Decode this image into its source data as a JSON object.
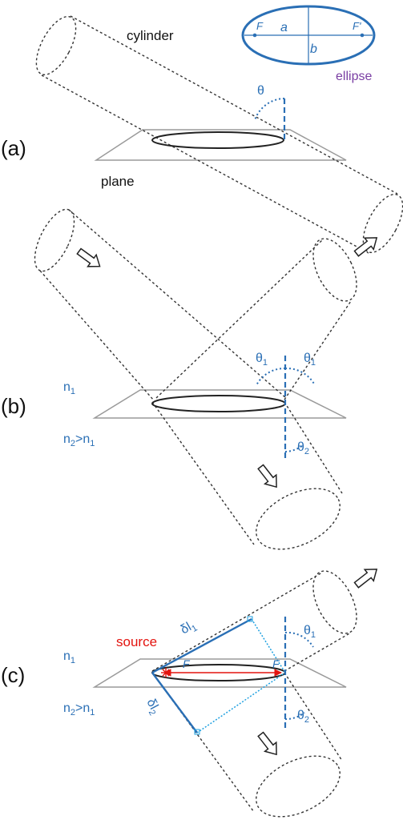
{
  "colors": {
    "blue": "#2a6fb5",
    "purple": "#7a3ea3",
    "red": "#e3140f",
    "dash": "#333333",
    "plane": "#9a9a9a"
  },
  "panel_a": {
    "panel_label": "(a)",
    "cylinder_label": "cylinder",
    "plane_label": "plane",
    "theta": "θ",
    "inset": {
      "f_left": "F",
      "a": "a",
      "f_right": "F'",
      "b": "b",
      "ellipse_label": "ellipse"
    }
  },
  "panel_b": {
    "panel_label": "(b)",
    "n1_base": "n",
    "n1_sub": "1",
    "n2_base": "n",
    "n2_sub": "2",
    "n2_gt": ">n",
    "n2_gt_sub": "1",
    "theta": "θ",
    "sub1": "1",
    "sub2": "2"
  },
  "panel_c": {
    "panel_label": "(c)",
    "source_label": "source",
    "n1_base": "n",
    "n1_sub": "1",
    "n2_base": "n",
    "n2_sub": "2",
    "n2_gt": ">n",
    "n2_gt_sub": "1",
    "dl": "δl",
    "sub1": "1",
    "sub2": "2",
    "theta": "θ",
    "f_left": "F",
    "f_right": "F"
  }
}
